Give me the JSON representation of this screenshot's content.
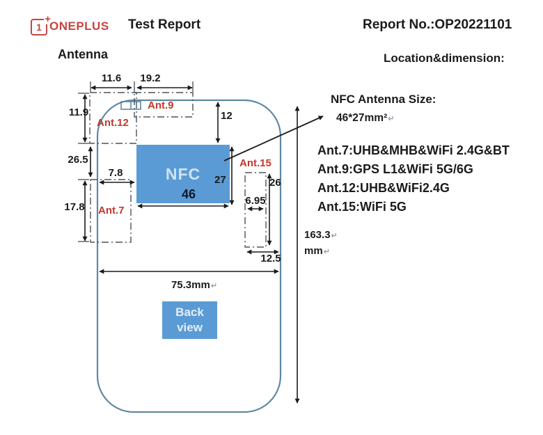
{
  "header": {
    "logo_digit": "1",
    "logo_plus": "+",
    "brand": "ONEPLUS",
    "doc_title": "Test Report",
    "report_no": "Report No.:OP20221101",
    "section_title": "Antenna",
    "section_subtitle": "Location&dimension:"
  },
  "diagram": {
    "dims": {
      "top_left_width": "11.6",
      "top_right_width": "19.2",
      "left_top_height": "11.9",
      "left_mid_height": "26.5",
      "nfc_left_gap": "7.8",
      "left_bottom_height": "17.8",
      "nfc_top_gap": "12",
      "nfc_height": "27",
      "nfc_width": "46",
      "ant15_height": "26",
      "ant15_width": "6.95",
      "ant15_right_gap": "12.5",
      "phone_width": "75.3mm",
      "phone_height_value": "163.3",
      "phone_height_unit": "mm"
    },
    "antennas": {
      "ant9": "Ant.9",
      "ant12": "Ant.12",
      "ant7": "Ant.7",
      "ant15": "Ant.15"
    },
    "nfc_label": "NFC",
    "back_view_line1": "Back",
    "back_view_line2": "view"
  },
  "notes": {
    "nfc_size_title": "NFC Antenna Size:",
    "nfc_size_value": "46*27mm²",
    "antenna_list": [
      "Ant.7:UHB&MHB&WiFi 2.4G&BT",
      "Ant.9:GPS L1&WiFi 5G/6G",
      "Ant.12:UHB&WiFi2.4G",
      "Ant.15:WiFi 5G"
    ],
    "return_mark": "↵"
  },
  "colors": {
    "brand_red": "#c64540",
    "annotation_red": "#c0392b",
    "fill_blue": "#5b9bd5",
    "outline_blue": "#5f87a3",
    "dash_gray": "#4a535c",
    "text_dark": "#1b1b1b"
  }
}
